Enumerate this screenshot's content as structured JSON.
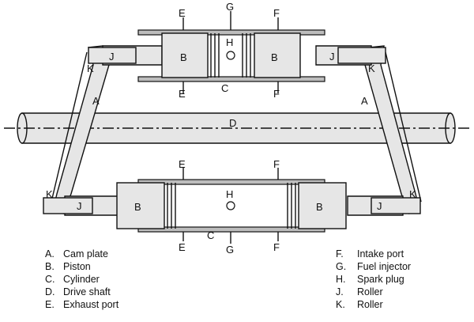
{
  "labels": {
    "A": "A",
    "B": "B",
    "C": "C",
    "D": "D",
    "E": "E",
    "F": "F",
    "G": "G",
    "H": "H",
    "J": "J",
    "K": "K"
  },
  "legend_left": [
    {
      "key": "A.",
      "text": "Cam plate"
    },
    {
      "key": "B.",
      "text": "Piston"
    },
    {
      "key": "C.",
      "text": "Cylinder"
    },
    {
      "key": "D.",
      "text": "Drive shaft"
    },
    {
      "key": "E.",
      "text": "Exhaust port"
    }
  ],
  "legend_right": [
    {
      "key": "F.",
      "text": "Intake port"
    },
    {
      "key": "G.",
      "text": "Fuel injector"
    },
    {
      "key": "H.",
      "text": "Spark plug"
    },
    {
      "key": "J.",
      "text": "Roller"
    },
    {
      "key": "K.",
      "text": "Roller"
    }
  ]
}
